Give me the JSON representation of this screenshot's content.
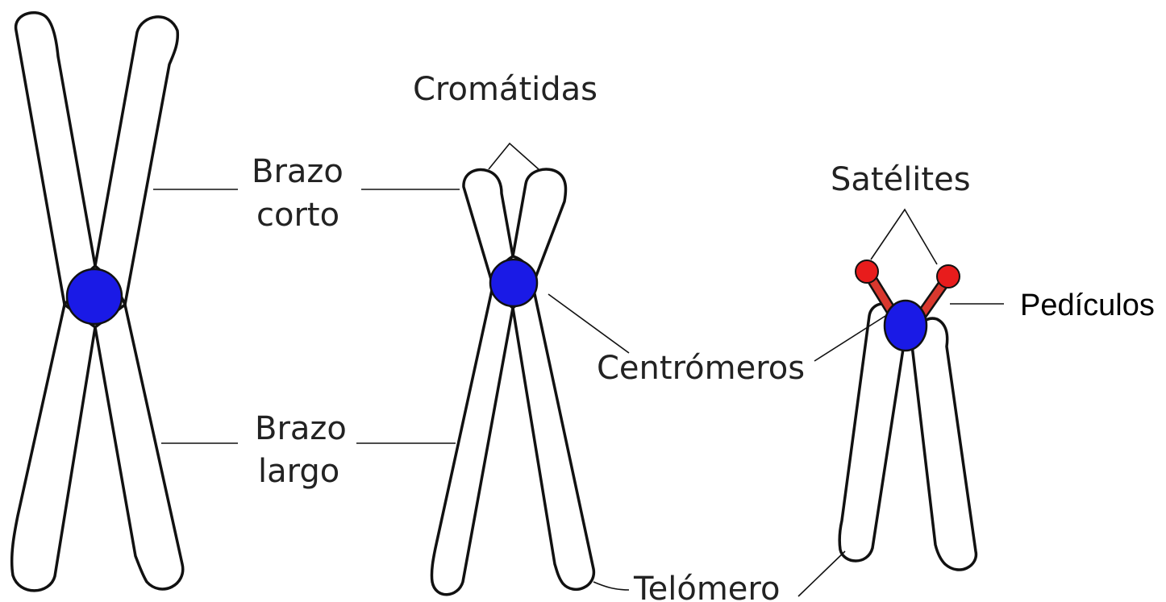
{
  "labels": {
    "cromatidas": "Cromátidas",
    "brazo_corto_1": "Brazo",
    "brazo_corto_2": "corto",
    "brazo_largo_1": "Brazo",
    "brazo_largo_2": "largo",
    "centromeros": "Centrómeros",
    "satelites": "Satélites",
    "pediculos": "Pedículos",
    "telomero": "Telómero"
  },
  "colors": {
    "centromere": "#1a1ae6",
    "satellite": "#e81c1c",
    "stalk": "#d9382e",
    "outline": "#111111"
  }
}
